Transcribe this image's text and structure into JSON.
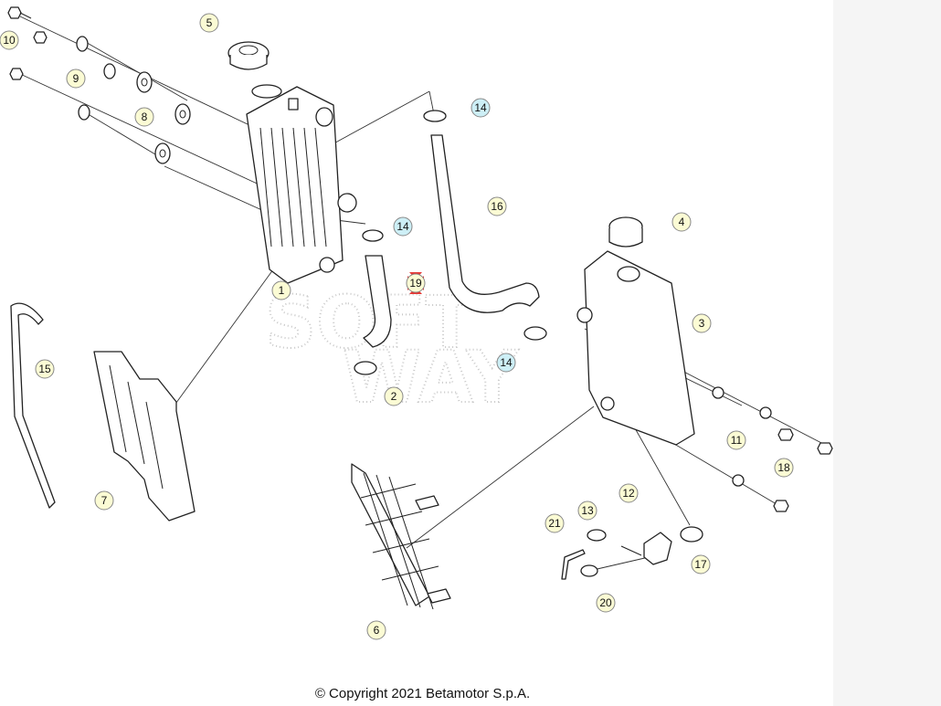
{
  "diagram": {
    "copyright": "© Copyright 2021 Betamotor S.p.A.",
    "watermark_lines": [
      "SOFT",
      "WAY"
    ],
    "callouts": [
      "1",
      "2",
      "3",
      "4",
      "5",
      "6",
      "7",
      "8",
      "8",
      "9",
      "9",
      "10",
      "10",
      "11",
      "11",
      "12",
      "13",
      "14",
      "14",
      "14",
      "15",
      "16",
      "17",
      "18",
      "18",
      "19",
      "20",
      "21"
    ],
    "colors": {
      "callout_default": "#fbfbd4",
      "callout_highlight": "#cdeff6",
      "selected_marker": "#e53935",
      "line": "#222222"
    }
  }
}
